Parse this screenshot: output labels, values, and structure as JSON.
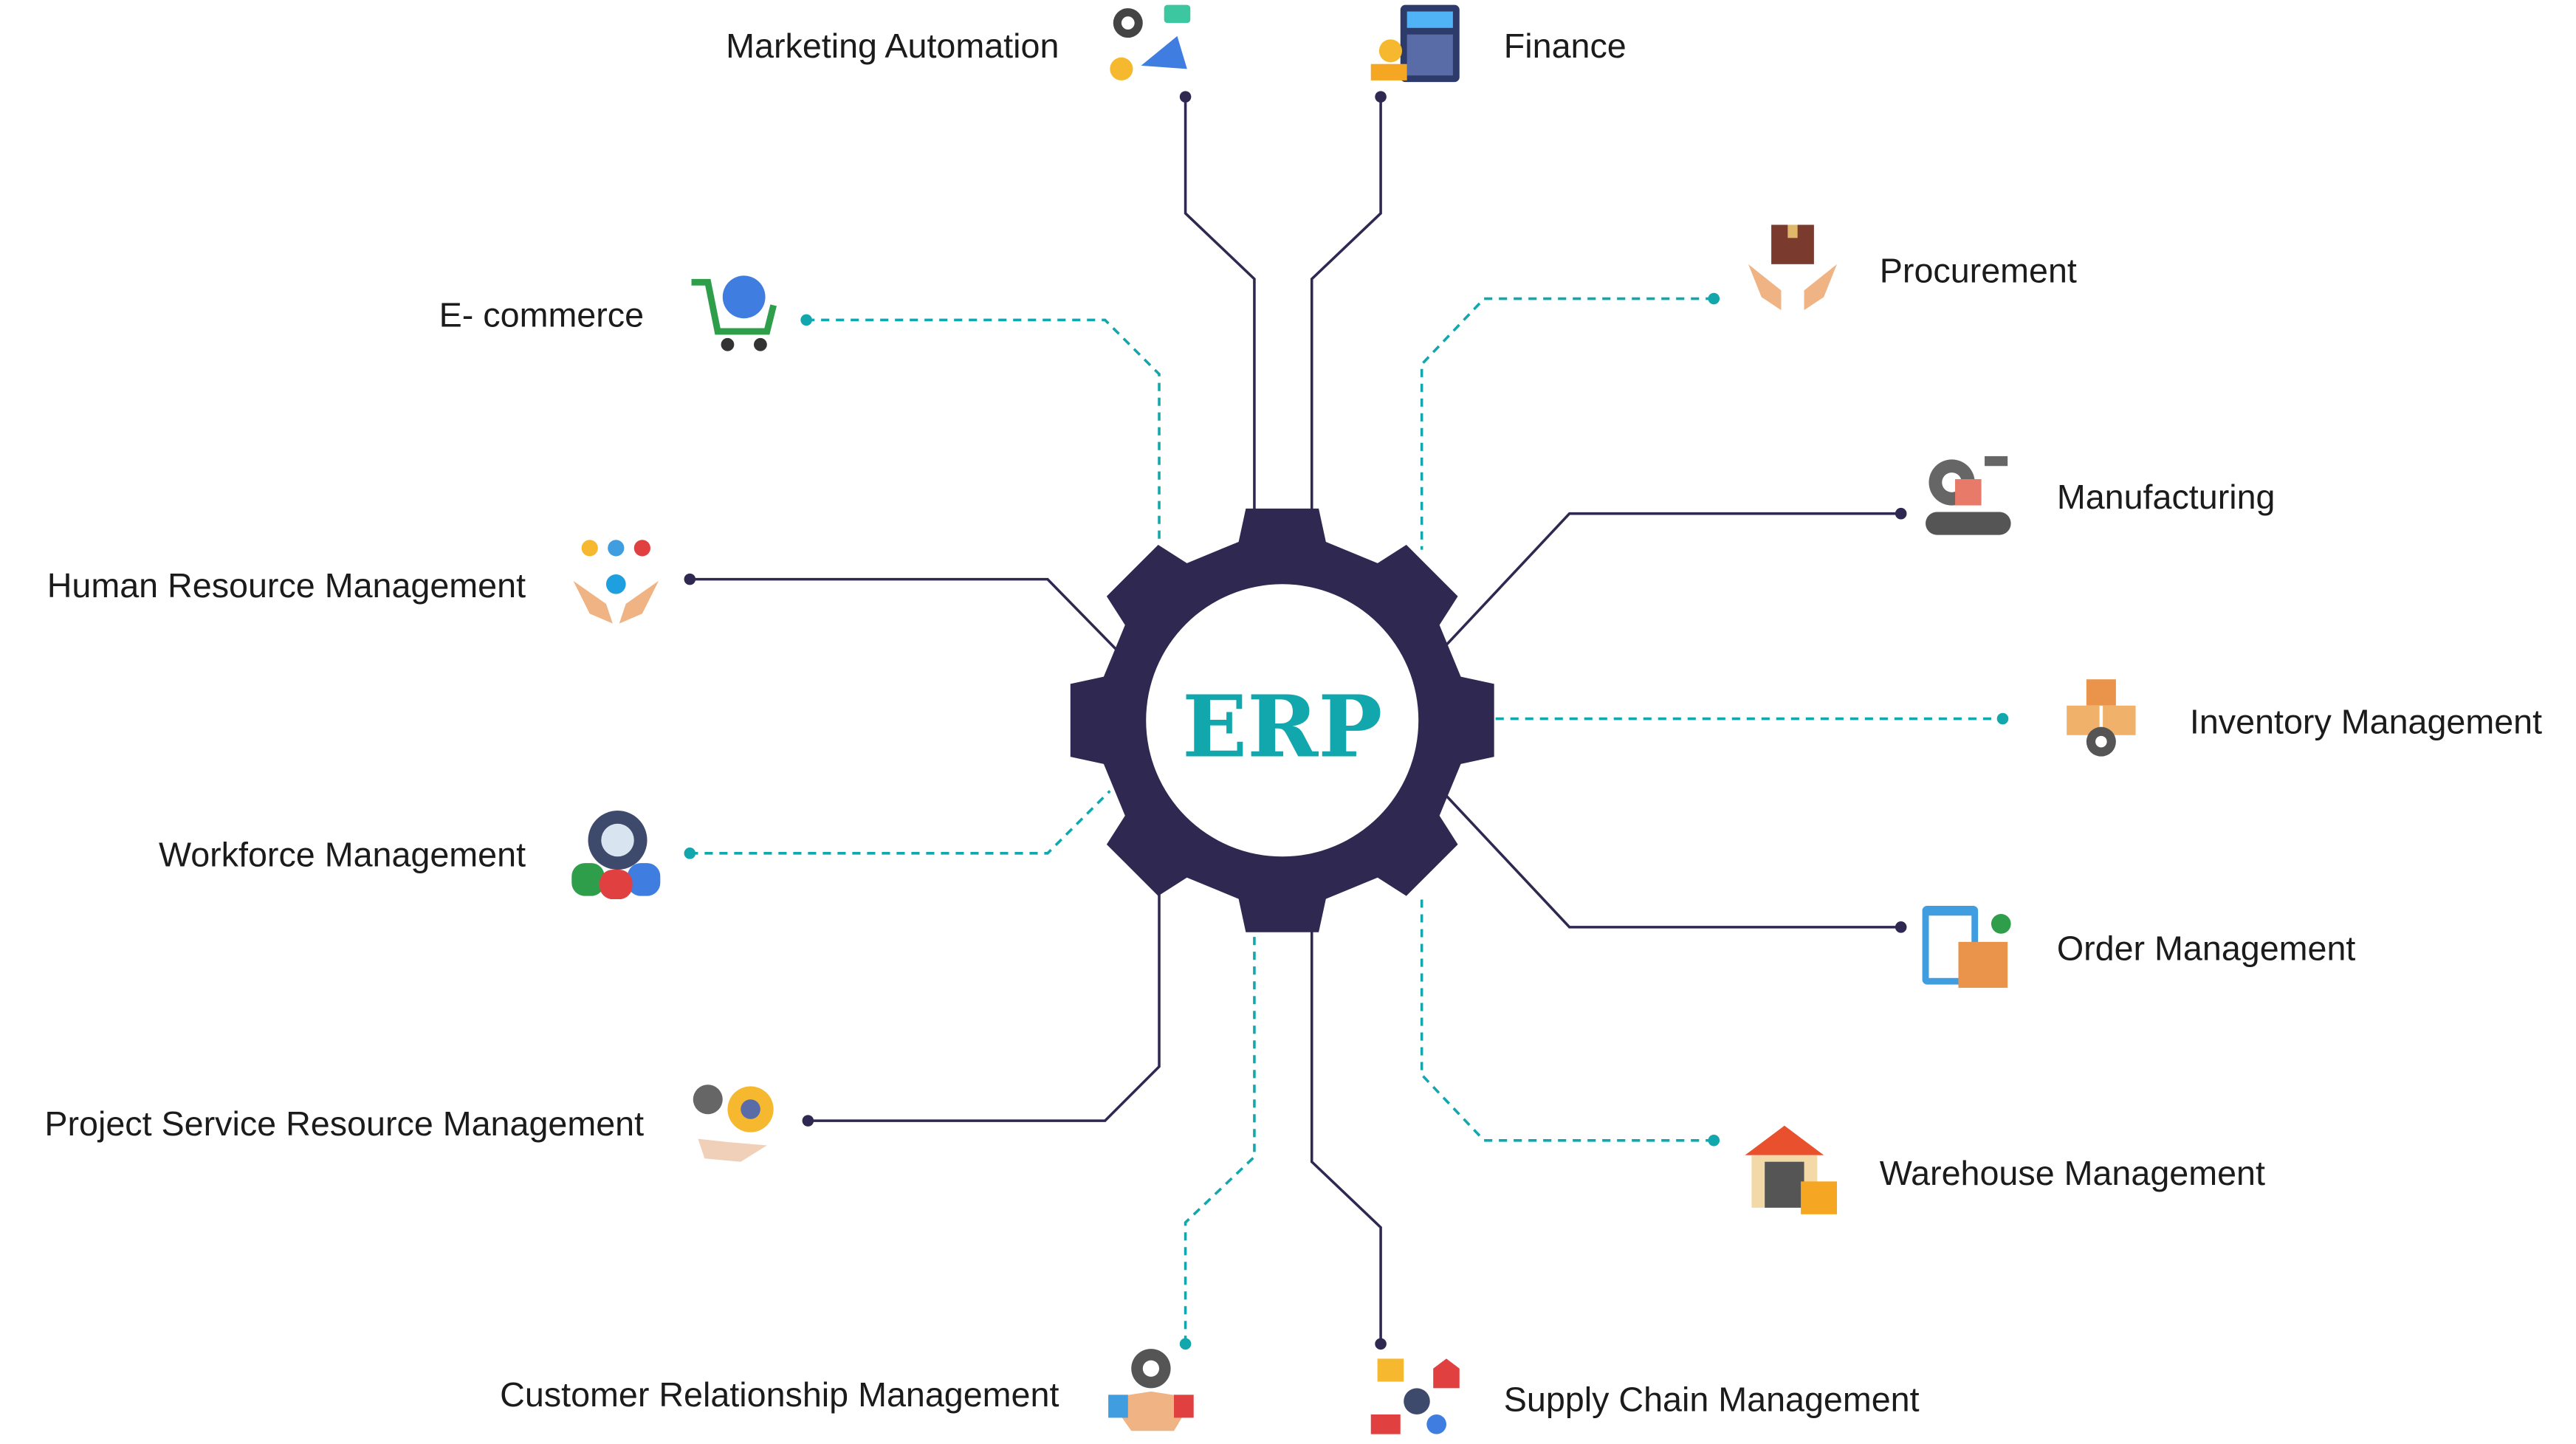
{
  "center": {
    "label": "ERP"
  },
  "colors": {
    "gear": "#2F2851",
    "accent": "#12A7AD",
    "solid_line": "#2F2851",
    "dashed_line": "#12A7AD"
  },
  "modules": [
    {
      "label": "Marketing Automation",
      "icon": "megaphone-gear-icon",
      "line": "solid"
    },
    {
      "label": "Finance",
      "icon": "calculator-coins-icon",
      "line": "solid"
    },
    {
      "label": "E- commerce",
      "icon": "globe-cart-icon",
      "line": "dashed"
    },
    {
      "label": "Procurement",
      "icon": "hands-box-icon",
      "line": "dashed"
    },
    {
      "label": "Human Resource Management",
      "icon": "hands-people-icon",
      "line": "solid"
    },
    {
      "label": "Manufacturing",
      "icon": "conveyor-robot-icon",
      "line": "solid"
    },
    {
      "label": "Inventory Management",
      "icon": "boxes-gear-icon",
      "line": "dashed"
    },
    {
      "label": "Workforce Management",
      "icon": "team-gear-icon",
      "line": "dashed"
    },
    {
      "label": "Order Management",
      "icon": "clipboard-box-icon",
      "line": "solid"
    },
    {
      "label": "Project Service Resource Management",
      "icon": "gears-hand-icon",
      "line": "solid"
    },
    {
      "label": "Warehouse Management",
      "icon": "warehouse-icon",
      "line": "dashed"
    },
    {
      "label": "Customer Relationship Management",
      "icon": "handshake-icon",
      "line": "dashed"
    },
    {
      "label": "Supply Chain Management",
      "icon": "supply-chain-icon",
      "line": "solid"
    }
  ]
}
